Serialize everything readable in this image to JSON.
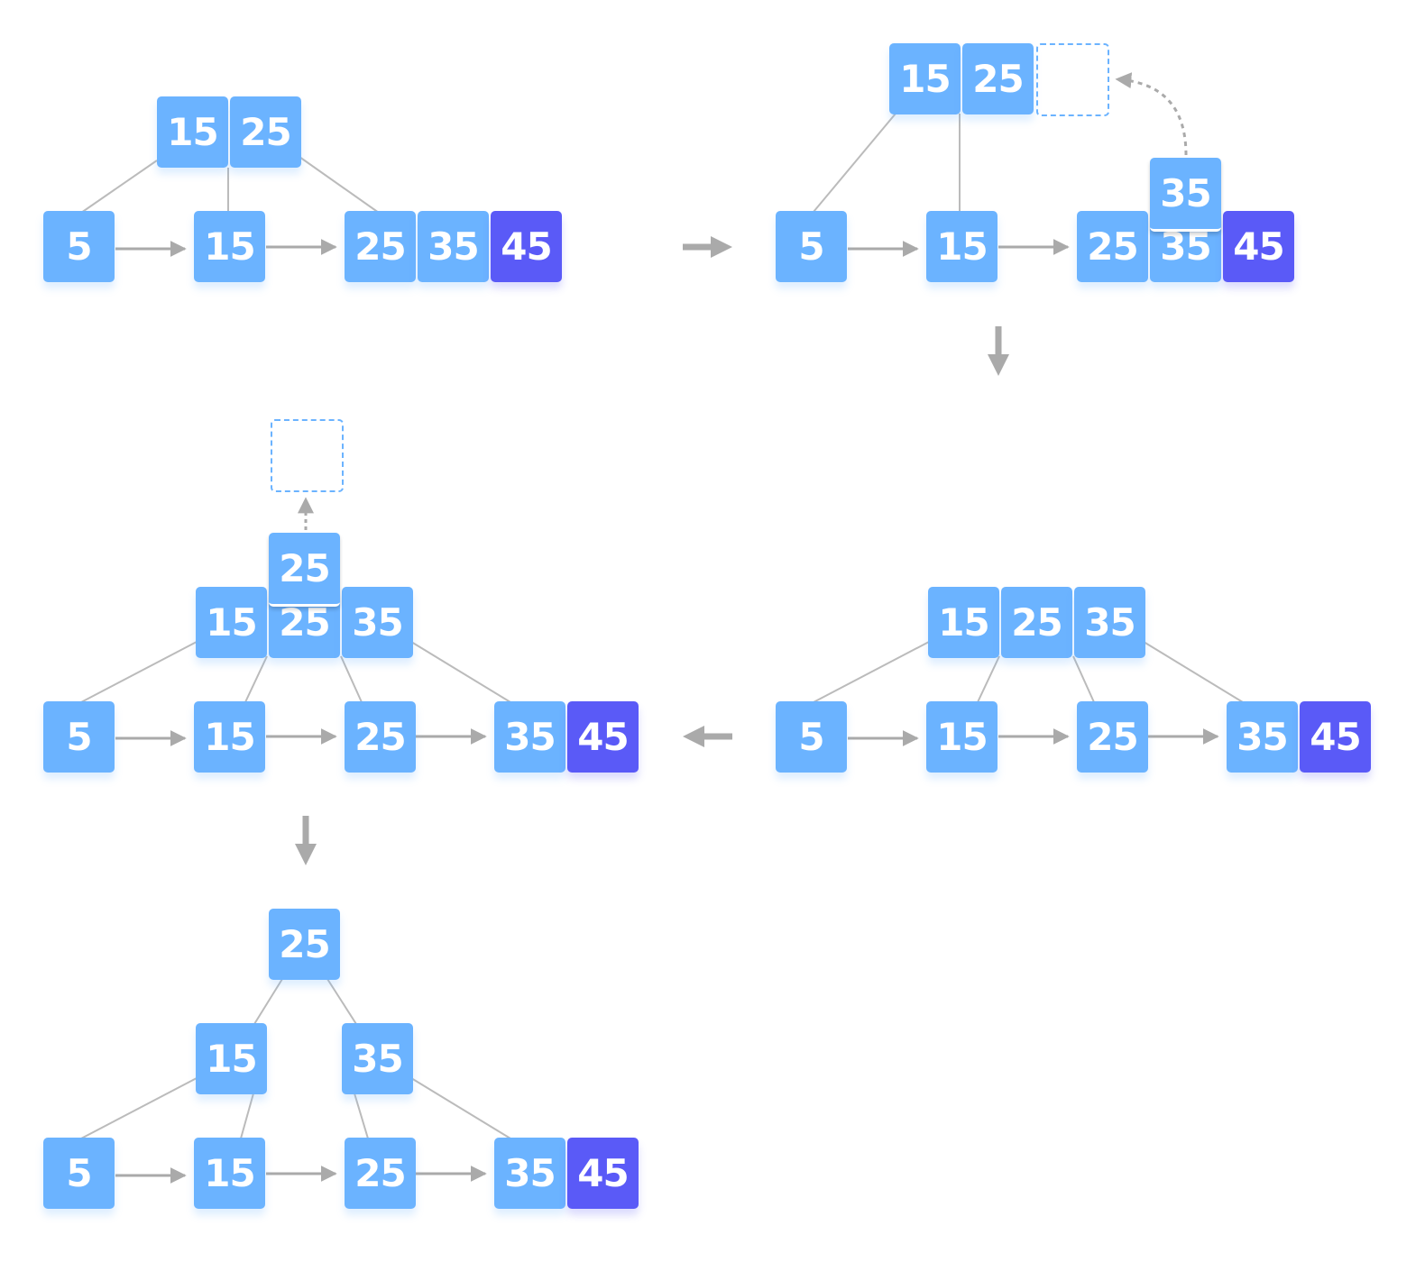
{
  "colors": {
    "key": "#6bb3ff",
    "highlight": "#5a5af7",
    "line": "#bbbbbb",
    "arrow": "#aaaaaa"
  },
  "panel1": {
    "root": [
      "15",
      "25"
    ],
    "leaves": {
      "a": "5",
      "b": "15",
      "c": [
        "25",
        "35",
        "45"
      ]
    }
  },
  "panel2": {
    "root": [
      "15",
      "25"
    ],
    "promoted": "35",
    "leaves": {
      "a": "5",
      "b": "15",
      "c": [
        "25",
        "35",
        "45"
      ]
    }
  },
  "panel3": {
    "root": [
      "15",
      "25",
      "35"
    ],
    "leaves": {
      "a": "5",
      "b": "15",
      "c": "25",
      "d": [
        "35",
        "45"
      ]
    }
  },
  "panel4": {
    "root": [
      "15",
      "25",
      "35"
    ],
    "promoted": "25",
    "leaves": {
      "a": "5",
      "b": "15",
      "c": "25",
      "d": [
        "35",
        "45"
      ]
    }
  },
  "panel5": {
    "root": "25",
    "internal": [
      "15",
      "35"
    ],
    "leaves": {
      "a": "5",
      "b": "15",
      "c": "25",
      "d": [
        "35",
        "45"
      ]
    }
  }
}
